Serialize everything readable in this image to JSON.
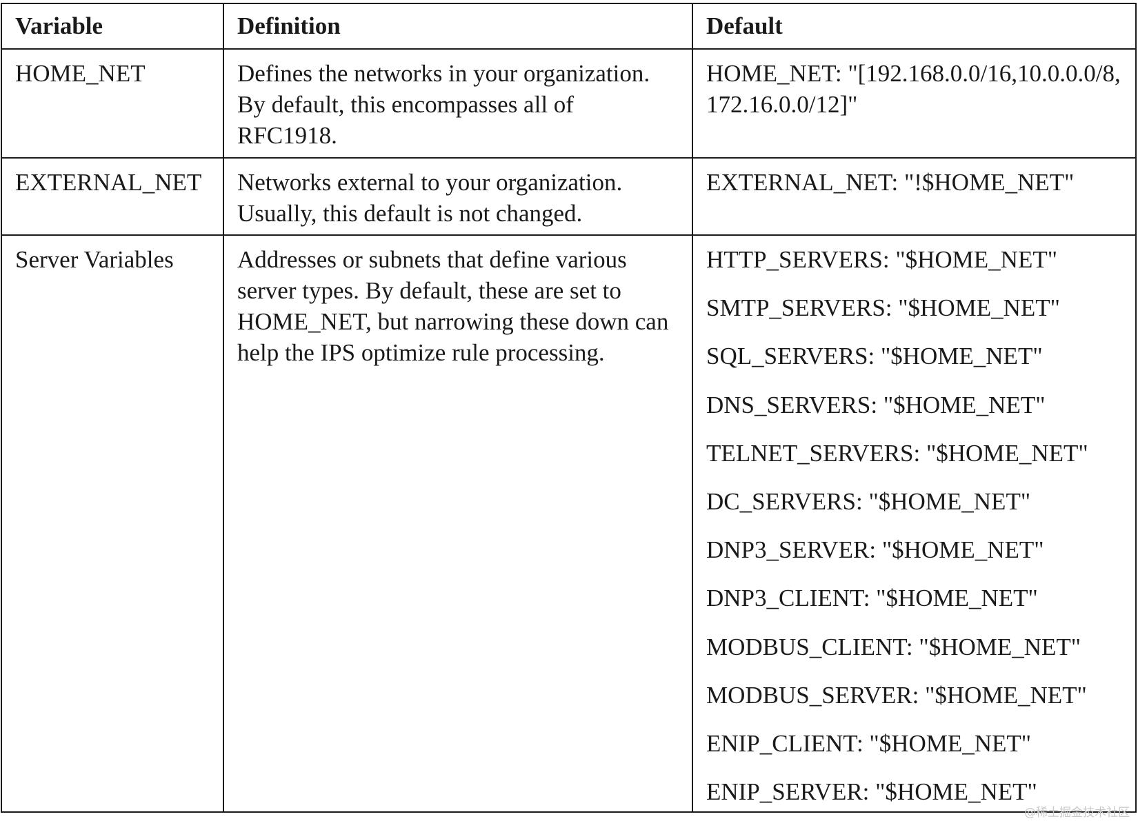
{
  "table": {
    "headers": [
      "Variable",
      "Definition",
      "Default"
    ],
    "rows": [
      {
        "variable": "HOME_NET",
        "definition": "Defines the networks in your organization. By default, this encompasses all of RFC1918.",
        "default": "HOME_NET: \"[192.168.0.0/16,10.0.0.0/8,172.16.0.0/12]\""
      },
      {
        "variable": "EXTERNAL_NET",
        "definition": "Networks external to your organization. Usually, this default is not changed.",
        "default": "EXTERNAL_NET: \"!$HOME_NET\""
      },
      {
        "variable": "Server Variables",
        "definition": "Addresses or subnets that define various server types. By default, these are set to HOME_NET, but narrowing these down can help the IPS optimize rule processing.",
        "defaults": [
          "HTTP_SERVERS: \"$HOME_NET\"",
          "SMTP_SERVERS: \"$HOME_NET\"",
          "SQL_SERVERS: \"$HOME_NET\"",
          "DNS_SERVERS: \"$HOME_NET\"",
          "TELNET_SERVERS: \"$HOME_NET\"",
          "DC_SERVERS: \"$HOME_NET\"",
          "DNP3_SERVER: \"$HOME_NET\"",
          "DNP3_CLIENT: \"$HOME_NET\"",
          "MODBUS_CLIENT: \"$HOME_NET\"",
          "MODBUS_SERVER: \"$HOME_NET\"",
          "ENIP_CLIENT: \"$HOME_NET\"",
          "ENIP_SERVER: \"$HOME_NET\""
        ]
      }
    ]
  },
  "watermark": "@稀土掘金技术社区"
}
